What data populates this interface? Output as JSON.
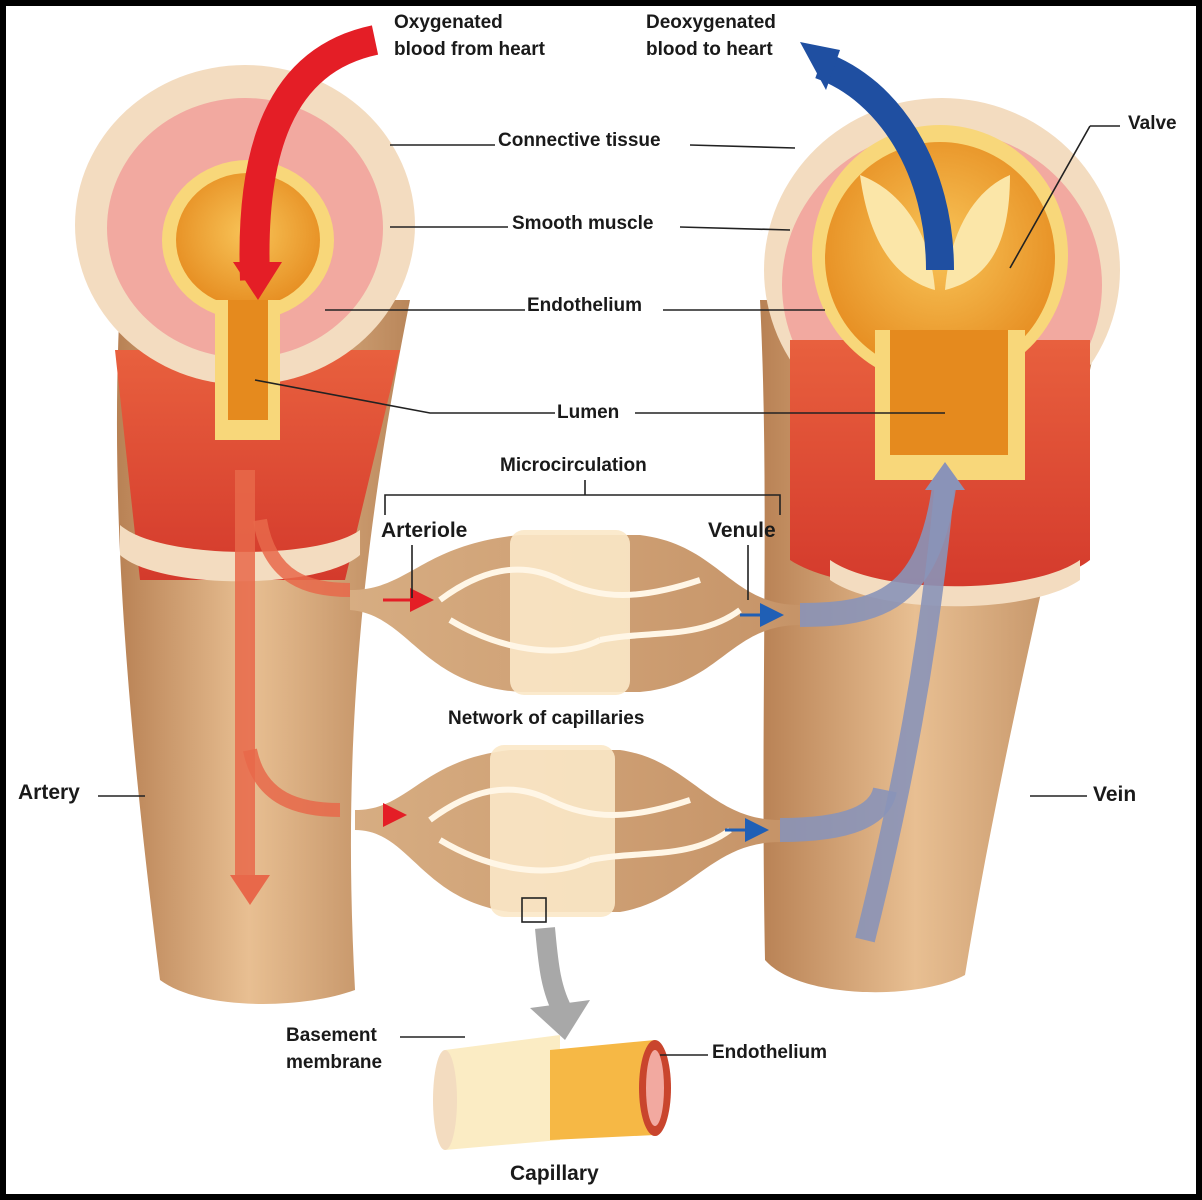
{
  "labels": {
    "oxygenated_1": "Oxygenated",
    "oxygenated_2": "blood from heart",
    "deoxygenated_1": "Deoxygenated",
    "deoxygenated_2": "blood to heart",
    "connective_tissue": "Connective tissue",
    "smooth_muscle": "Smooth muscle",
    "endothelium_top": "Endothelium",
    "valve": "Valve",
    "lumen": "Lumen",
    "microcirculation": "Microcirculation",
    "arteriole": "Arteriole",
    "venule": "Venule",
    "network_of_capillaries": "Network of capillaries",
    "artery": "Artery",
    "vein": "Vein",
    "basement_1": "Basement",
    "basement_2": "membrane",
    "endothelium_bottom": "Endothelium",
    "capillary": "Capillary"
  },
  "colors": {
    "oxygenated_arrow": "#e41e26",
    "deoxygenated_arrow": "#1f4fa1",
    "vessel_tan": "#d9a878",
    "connective_cream": "#f3dcc0",
    "smooth_muscle_pink": "#f2a9a0",
    "endothelium_yellow": "#f8d77a",
    "lumen_orange": "#f2a43a",
    "venous_flow": "#8a93b8",
    "arterial_flow": "#e8684a"
  }
}
